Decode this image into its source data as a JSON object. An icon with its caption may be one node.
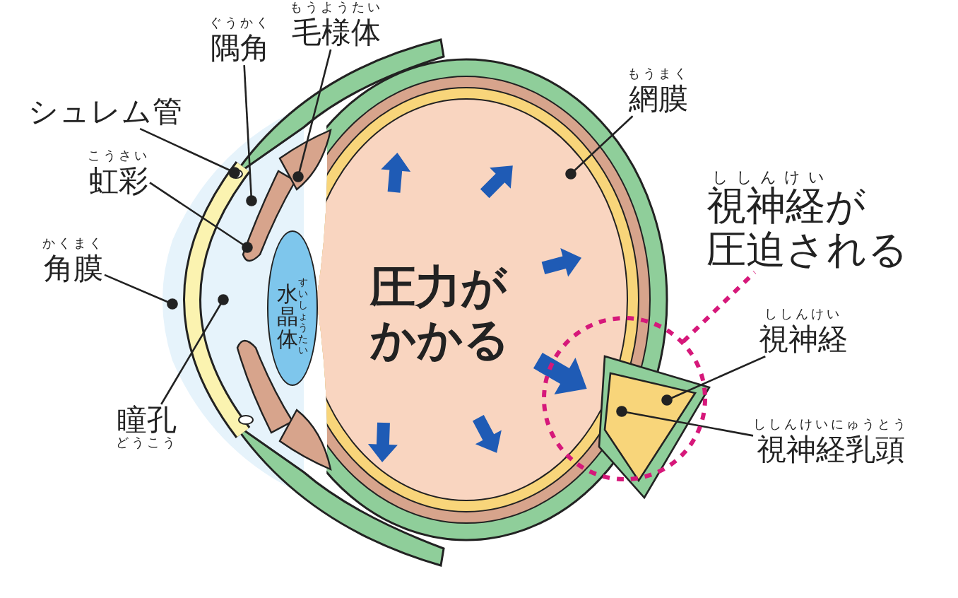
{
  "diagram": {
    "nodes": [
      {
        "text": [
          "ぐうかく",
          "隅角"
        ]
      },
      {
        "text": [
          "もうようたい",
          "毛様体"
        ]
      },
      {
        "text": [
          "シュレム管"
        ]
      },
      {
        "text": [
          "こうさい",
          "虹彩"
        ]
      },
      {
        "text": [
          "かくまく",
          "角膜"
        ]
      },
      {
        "text": [
          "水晶体",
          "すいしょうたい"
        ]
      },
      {
        "text": [
          "瞳孔",
          "どうこう"
        ]
      },
      {
        "text": [
          "もうまく",
          "網膜"
        ]
      },
      {
        "text": [
          "ししんけい",
          "視神経が圧迫される"
        ]
      },
      {
        "text": [],
        "shape": "circle"
      },
      {
        "text": [
          "ししんけい",
          "視神経"
        ]
      },
      {
        "text": [
          "ししんけいにゅうとう",
          "視神経乳頭"
        ]
      },
      {
        "text": [],
        "shape": "picture"
      },
      {
        "text": [],
        "shape": "picture"
      },
      {
        "text": [],
        "shape": "ellipse"
      },
      {
        "text": [],
        "shape": "picture"
      },
      {
        "text": [],
        "shape": "picture"
      },
      {
        "text": [],
        "shape": "picture"
      },
      {
        "text": [],
        "shape": "ellipse"
      }
    ],
    "edges": [
      {
        "from": 0,
        "to": 12,
        "arrow": "other"
      },
      {
        "from": 1,
        "to": 13,
        "arrow": "other"
      },
      {
        "from": 2,
        "to": 14,
        "arrow": "other"
      },
      {
        "from": 3,
        "to": 12,
        "arrow": "other"
      },
      {
        "from": 4,
        "to": null,
        "arrow": "other"
      },
      {
        "from": 6,
        "to": null,
        "arrow": "other"
      },
      {
        "from": 7,
        "to": null,
        "arrow": "other"
      },
      {
        "from": 10,
        "to": 15,
        "arrow": "other"
      },
      {
        "from": 11,
        "to": 15,
        "arrow": "other"
      },
      {
        "from": 9,
        "to": 8,
        "arrow": "none",
        "style": "dashed",
        "color": "#d6187a"
      }
    ],
    "labels": [
      "圧力がかかる"
    ]
  }
}
